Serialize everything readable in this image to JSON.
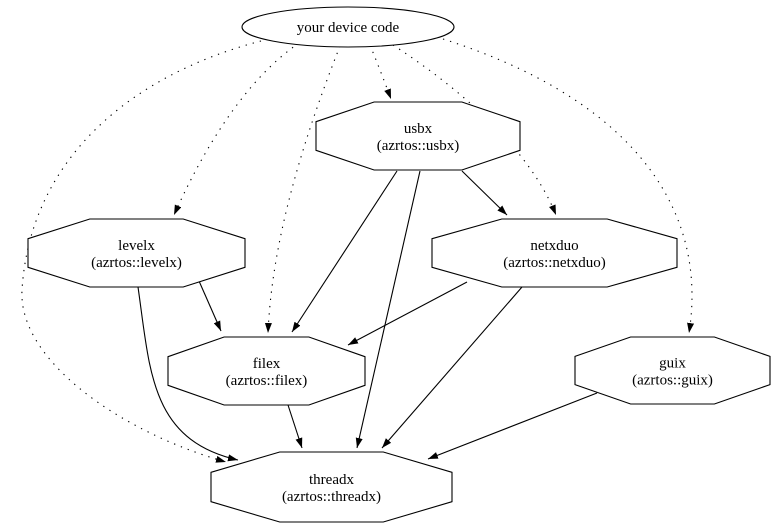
{
  "diagram": {
    "kind": "dependency-graph",
    "background_color": "#ffffff",
    "line_color": "#000000",
    "text_color": "#000000",
    "nodes": [
      {
        "id": "device",
        "shape": "ellipse",
        "label": "your device code",
        "sublabel": ""
      },
      {
        "id": "usbx",
        "shape": "octagon",
        "label": "usbx",
        "sublabel": "(azrtos::usbx)"
      },
      {
        "id": "levelx",
        "shape": "octagon",
        "label": "levelx",
        "sublabel": "(azrtos::levelx)"
      },
      {
        "id": "netxduo",
        "shape": "octagon",
        "label": "netxduo",
        "sublabel": "(azrtos::netxduo)"
      },
      {
        "id": "filex",
        "shape": "octagon",
        "label": "filex",
        "sublabel": "(azrtos::filex)"
      },
      {
        "id": "guix",
        "shape": "octagon",
        "label": "guix",
        "sublabel": "(azrtos::guix)"
      },
      {
        "id": "threadx",
        "shape": "octagon",
        "label": "threadx",
        "sublabel": "(azrtos::threadx)"
      }
    ],
    "edges": [
      {
        "from": "device",
        "to": "usbx",
        "style": "dotted"
      },
      {
        "from": "device",
        "to": "levelx",
        "style": "dotted"
      },
      {
        "from": "device",
        "to": "netxduo",
        "style": "dotted"
      },
      {
        "from": "device",
        "to": "filex",
        "style": "dotted"
      },
      {
        "from": "device",
        "to": "guix",
        "style": "dotted"
      },
      {
        "from": "device",
        "to": "threadx",
        "style": "dotted"
      },
      {
        "from": "usbx",
        "to": "netxduo",
        "style": "solid"
      },
      {
        "from": "usbx",
        "to": "filex",
        "style": "solid"
      },
      {
        "from": "usbx",
        "to": "threadx",
        "style": "solid"
      },
      {
        "from": "levelx",
        "to": "filex",
        "style": "solid"
      },
      {
        "from": "levelx",
        "to": "threadx",
        "style": "solid"
      },
      {
        "from": "netxduo",
        "to": "filex",
        "style": "solid"
      },
      {
        "from": "netxduo",
        "to": "threadx",
        "style": "solid"
      },
      {
        "from": "filex",
        "to": "threadx",
        "style": "solid"
      },
      {
        "from": "guix",
        "to": "threadx",
        "style": "solid"
      }
    ]
  }
}
